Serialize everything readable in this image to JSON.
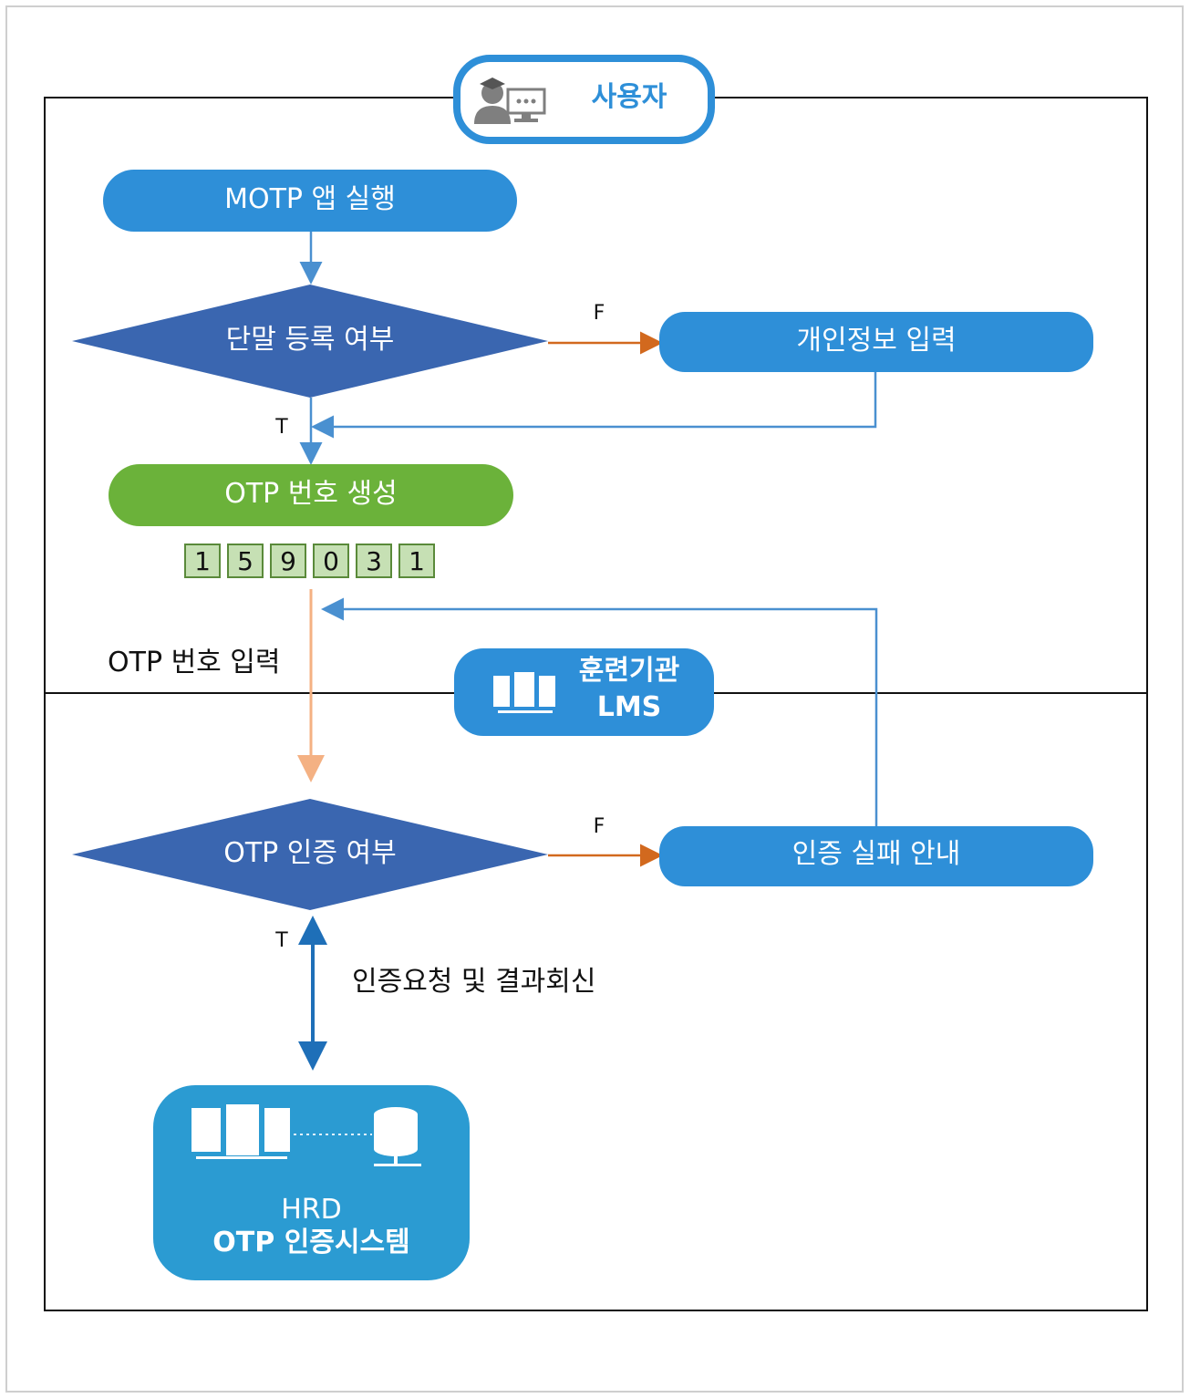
{
  "user_label": "사용자",
  "nodes": {
    "motp_app": "MOTP 앱 실행",
    "device_check": "단말 등록 여부",
    "personal_info": "개인정보 입력",
    "otp_generate": "OTP 번호 생성",
    "otp_auth_check": "OTP 인증 여부",
    "auth_fail": "인증 실패 안내"
  },
  "otp_digits": [
    "1",
    "5",
    "9",
    "0",
    "3",
    "1"
  ],
  "edge_labels": {
    "f1": "F",
    "t1": "T",
    "otp_input": "OTP 번호 입력",
    "f2": "F",
    "t2": "T",
    "auth_request": "인증요청 및 결과회신"
  },
  "lms": {
    "line1": "훈련기관",
    "line2": "LMS"
  },
  "hrd": {
    "line1": "HRD",
    "line2": "OTP 인증시스템"
  },
  "colors": {
    "blue_box": "#2e8fd8",
    "diamond": "#3a66b0",
    "green_box": "#6bb23a",
    "teal_box": "#2b9bd2",
    "orange_arrow": "#d2691e",
    "light_orange_arrow": "#f4b183",
    "connector_blue": "#4a90d0"
  },
  "icons": [
    "user-computer-icon",
    "server-cluster-icon",
    "database-icon"
  ]
}
